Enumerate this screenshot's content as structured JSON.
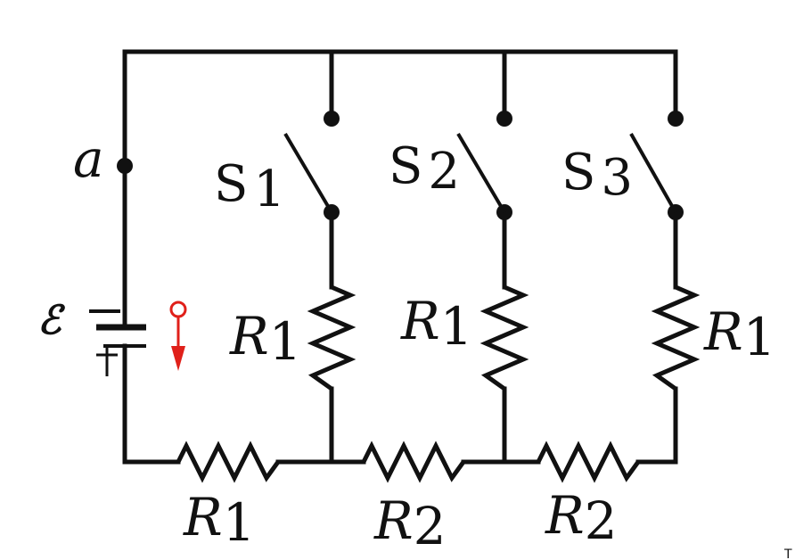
{
  "diagram": {
    "node_label": "a",
    "switches": [
      {
        "letter": "S",
        "number": "1"
      },
      {
        "letter": "S",
        "number": "2"
      },
      {
        "letter": "S",
        "number": "3"
      }
    ],
    "branch_resistors": [
      {
        "letter": "R",
        "sub": "1"
      },
      {
        "letter": "R",
        "sub": "1"
      },
      {
        "letter": "R",
        "sub": "1"
      }
    ],
    "bottom_resistors": [
      {
        "letter": "R",
        "sub": "1"
      },
      {
        "letter": "R",
        "sub": "2"
      },
      {
        "letter": "R",
        "sub": "2"
      }
    ],
    "emf": {
      "symbol": "ℰ",
      "minus": "−",
      "plus": "+"
    },
    "corner_mark": "T",
    "colors": {
      "wire": "#111111",
      "indicator": "#e0201a",
      "background": "#ffffff"
    }
  }
}
